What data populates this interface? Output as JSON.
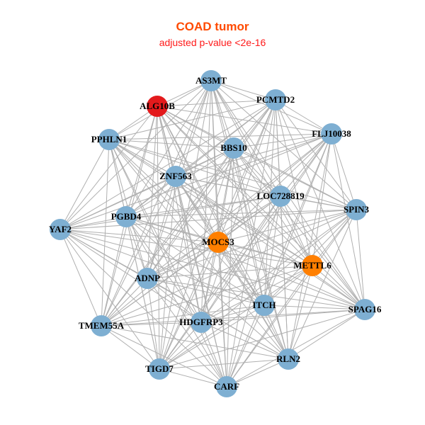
{
  "title": "COAD tumor",
  "subtitle": "adjusted p-value <2e-16",
  "colors": {
    "default": "#7eafd2",
    "red": "#e31a1c",
    "orange": "#ff7f00",
    "edge": "#b0b0b0"
  },
  "nodes": [
    {
      "id": "AS3MT",
      "color": "default"
    },
    {
      "id": "ALG10B",
      "color": "red"
    },
    {
      "id": "PCMTD2",
      "color": "default"
    },
    {
      "id": "PPHLN1",
      "color": "default"
    },
    {
      "id": "FLJ10038",
      "color": "default"
    },
    {
      "id": "BBS10",
      "color": "default"
    },
    {
      "id": "ZNF563",
      "color": "default"
    },
    {
      "id": "LOC728819",
      "color": "default"
    },
    {
      "id": "SPIN3",
      "color": "default"
    },
    {
      "id": "PGBD4",
      "color": "default"
    },
    {
      "id": "YAF2",
      "color": "default"
    },
    {
      "id": "MOCS3",
      "color": "orange"
    },
    {
      "id": "METTL6",
      "color": "orange"
    },
    {
      "id": "ADNP",
      "color": "default"
    },
    {
      "id": "ITCH",
      "color": "default"
    },
    {
      "id": "SPAG16",
      "color": "default"
    },
    {
      "id": "HDGFRP3",
      "color": "default"
    },
    {
      "id": "TMEM55A",
      "color": "default"
    },
    {
      "id": "RLN2",
      "color": "default"
    },
    {
      "id": "TIGD7",
      "color": "default"
    },
    {
      "id": "CARF",
      "color": "default"
    }
  ],
  "edges": "complete"
}
